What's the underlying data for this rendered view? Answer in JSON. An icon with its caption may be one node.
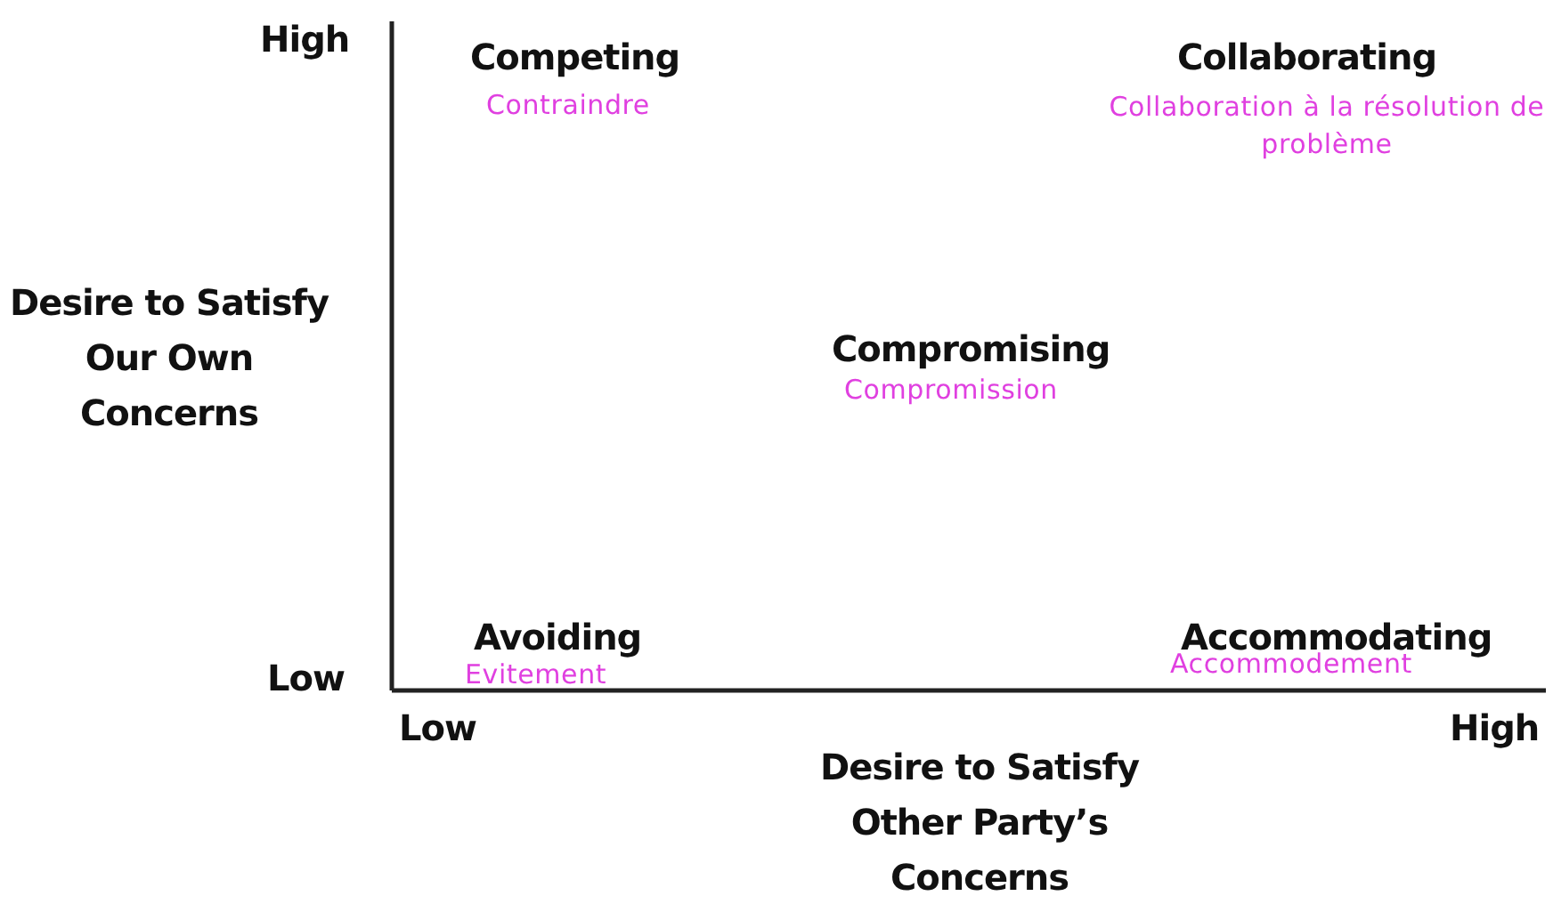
{
  "diagram": {
    "labels": [
      "High",
      "Competing",
      "Contraindre",
      "Collaborating",
      "Collaboration à la résolution de problème",
      "Desire to Satisfy Our Own Concerns",
      "Compromising",
      "Compromission",
      "Avoiding",
      "Evitement",
      "Accommodating",
      "Accommodement",
      "Low",
      "Low",
      "High",
      "Desire to Satisfy Other Party’s Concerns"
    ]
  }
}
